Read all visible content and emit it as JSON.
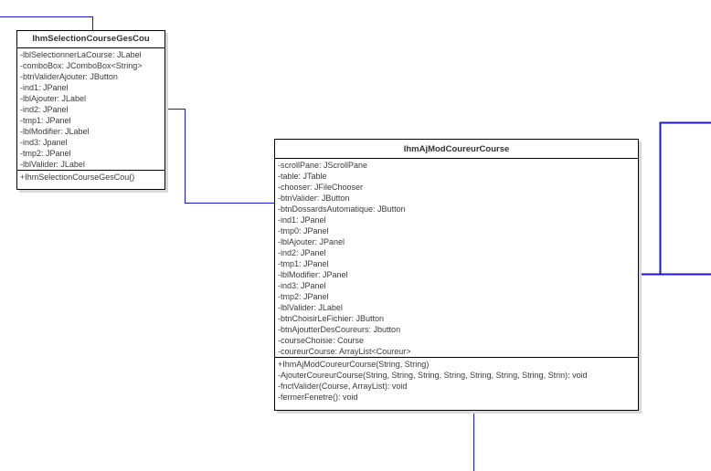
{
  "classes": {
    "selection": {
      "name": "IhmSelectionCourseGesCou",
      "attributes": [
        "-lblSelectionnerLaCourse: JLabel",
        "-comboBox: JComboBox<String>",
        "-btnValiderAjouter: JButton",
        "-ind1: JPanel",
        "-lblAjouter: JLabel",
        "-ind2: JPanel",
        "-tmp1: JPanel",
        "-lblModifier: JLabel",
        "-ind3: Jpanel",
        "-tmp2: JPanel",
        "-lblValider: JLabel"
      ],
      "methods": [
        "+IhmSelectionCourseGesCou()"
      ]
    },
    "ajmod": {
      "name": "IhmAjModCoureurCourse",
      "attributes": [
        "-scrollPane: JScrollPane",
        "-table: JTable",
        "-chooser: JFileChooser",
        "-btnValider: JButton",
        "-btnDossardsAutomatique: JButton",
        "-ind1: JPanel",
        "-tmp0: JPanel",
        "-lblAjouter: JPanel",
        "-ind2: JPanel",
        "-tmp1: JPanel",
        "-lblModifier: JPanel",
        "-ind3: JPanel",
        "-tmp2: JPanel",
        "-lblValider: JLabel",
        "-btnChoisirLeFichier: JButton",
        "-btnAjoutterDesCoureurs: Jbutton",
        "-courseChoisie: Course",
        "-coureurCourse: ArrayList<Coureur>"
      ],
      "methods": [
        "+IhmAjModCoureurCourse(String, String)",
        "-AjouterCoureurCourse(String, String, String, String, String, String, String, Strin): void",
        "-fnctValider(Course, ArrayList): void",
        "-fermerFenetre(): void"
      ]
    }
  },
  "colors": {
    "connector": "#1a1acc",
    "border": "#000000",
    "shadow": "#d9d9d9"
  }
}
